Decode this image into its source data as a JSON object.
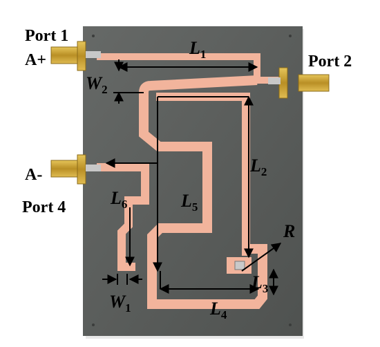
{
  "ports": {
    "port1": "Port 1",
    "a_plus": "A+",
    "port2": "Port 2",
    "a_minus": "A-",
    "port4": "Port 4"
  },
  "dimensions": {
    "L1": {
      "sym": "L",
      "sub": "1"
    },
    "W2": {
      "sym": "W",
      "sub": "2"
    },
    "L2": {
      "sym": "L",
      "sub": "2"
    },
    "L6": {
      "sym": "L",
      "sub": "6"
    },
    "L5": {
      "sym": "L",
      "sub": "5"
    },
    "R": {
      "sym": "R",
      "sub": ""
    },
    "L3": {
      "sym": "L",
      "sub": "3"
    },
    "W1": {
      "sym": "W",
      "sub": "1"
    },
    "L4": {
      "sym": "L",
      "sub": "4"
    }
  },
  "colors": {
    "background": "#ffffff",
    "substrate": "#5b5e5c",
    "copper": "#f2b49c",
    "connector_gold": "#c9a43a",
    "arrow": "#000000"
  }
}
